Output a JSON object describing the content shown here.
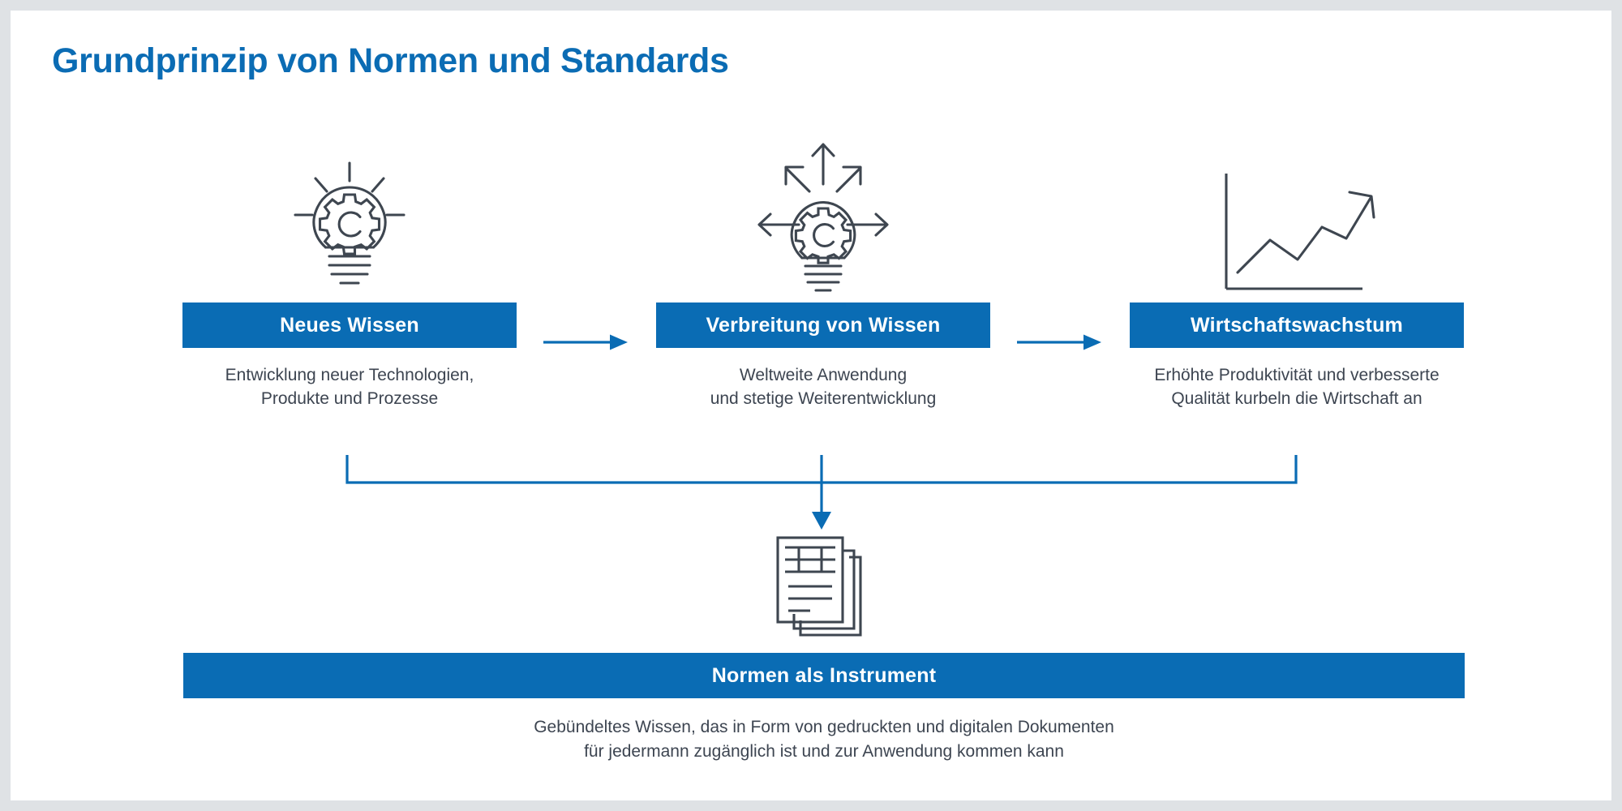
{
  "page": {
    "title": "Grundprinzip von Normen und Standards",
    "background_color": "#dfe2e5",
    "card_color": "#ffffff",
    "accent_color": "#0a6cb4",
    "icon_color": "#3e4650",
    "text_color": "#3d4551"
  },
  "flow": {
    "steps": [
      {
        "icon": "lightbulb-gear-icon",
        "label": "Neues Wissen",
        "caption_line_1": "Entwicklung neuer Technologien,",
        "caption_line_2": "Produkte und Prozesse"
      },
      {
        "icon": "lightbulb-gear-spreading-arrows-icon",
        "label": "Verbreitung von Wissen",
        "caption_line_1": "Weltweite Anwendung",
        "caption_line_2": "und stetige Weiterentwicklung"
      },
      {
        "icon": "growth-chart-icon",
        "label": "Wirtschaftswachstum",
        "caption_line_1": "Erhöhte Produktivität und verbesserte",
        "caption_line_2": "Qualität kurbeln die Wirtschaft an"
      }
    ],
    "connector_arrow_1": "arrow-right-icon",
    "connector_arrow_2": "arrow-right-icon",
    "bracket_arrow": "arrow-down-icon"
  },
  "result": {
    "icon": "stacked-documents-icon",
    "label": "Normen als Instrument",
    "caption_line_1": "Gebündeltes Wissen, das in Form von gedruckten und digitalen Dokumenten",
    "caption_line_2": "für jedermann zugänglich ist und zur Anwendung kommen kann"
  }
}
